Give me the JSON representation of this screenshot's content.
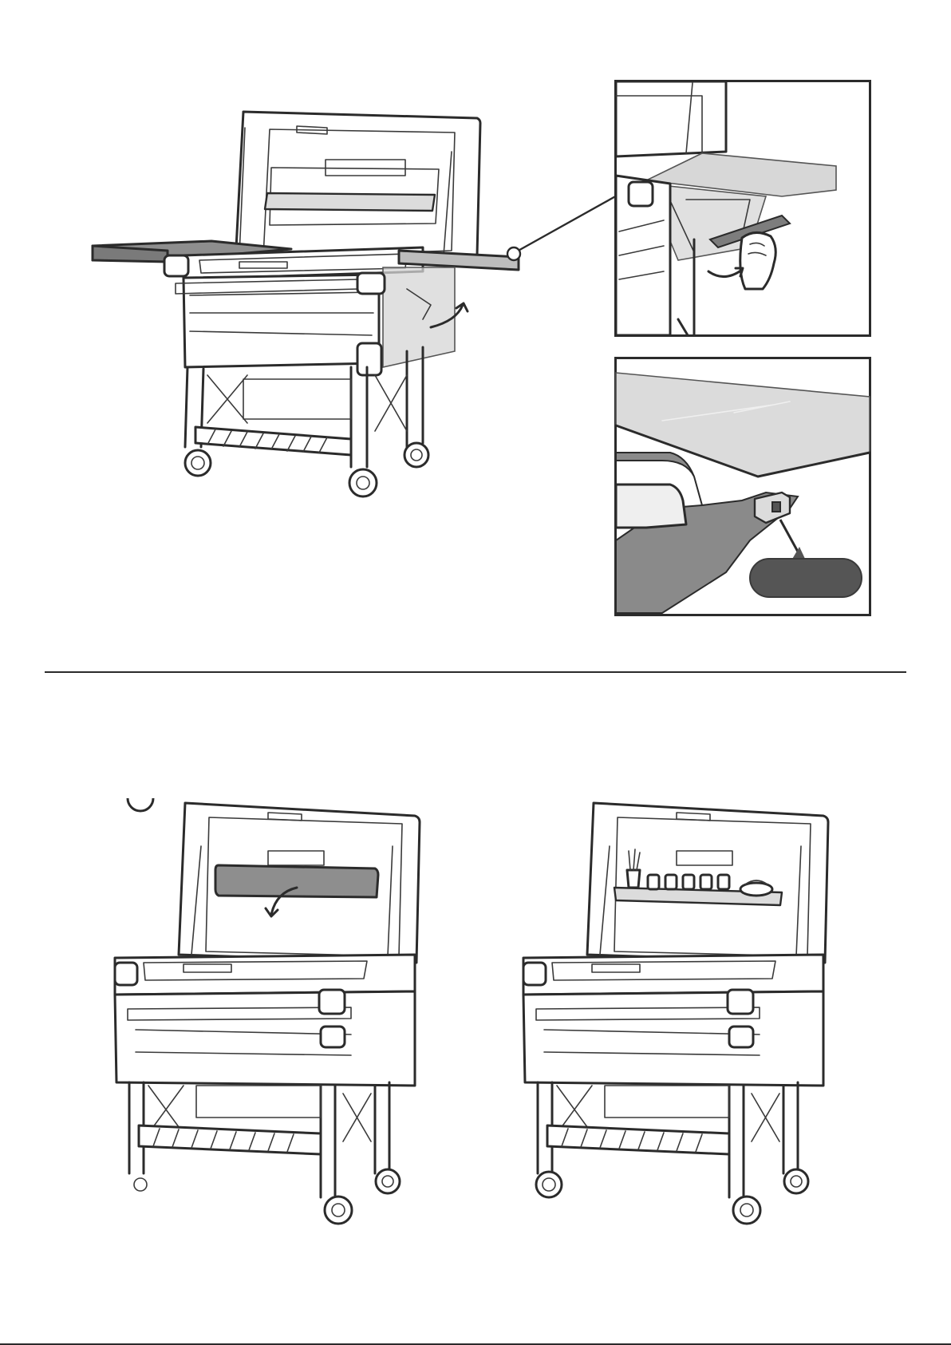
{
  "document": {
    "sections": [
      {
        "name": "side-table-installation",
        "figures": [
          "cart-with-side-tables",
          "detail-bracket-unfold",
          "detail-table-lock"
        ]
      },
      {
        "name": "lid-shelf",
        "figures": [
          "cart-lid-shelf-lowering",
          "cart-lid-shelf-loaded"
        ]
      }
    ],
    "colors": {
      "line": "#2b2b2b",
      "panel_gray": "#8e8e8e",
      "glass": "#d6d6d6",
      "callout": "#555555",
      "background": "#ffffff"
    },
    "icons": [
      "curved-arrow-icon",
      "callout-circle-icon",
      "hand-icon",
      "rotate-arrow-icon"
    ]
  }
}
